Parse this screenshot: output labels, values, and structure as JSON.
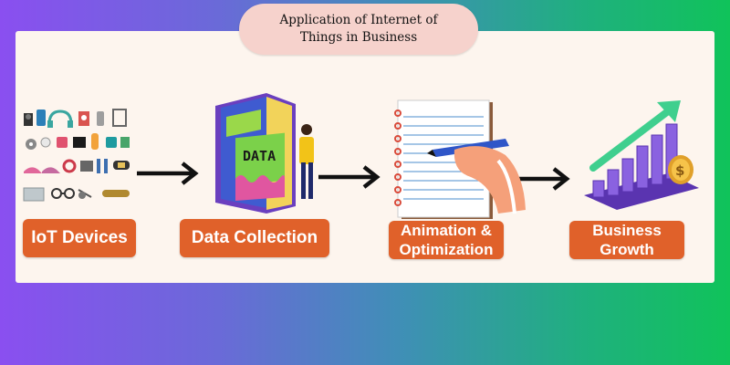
{
  "title": {
    "line1": "Application of Internet of",
    "line2": "Things in Business"
  },
  "steps": [
    {
      "lines": [
        "IoT Devices"
      ]
    },
    {
      "lines": [
        "Data Collection"
      ]
    },
    {
      "lines": [
        "Animation &",
        "Optimization"
      ]
    },
    {
      "lines": [
        "Business",
        "Growth"
      ]
    }
  ],
  "illustrations": {
    "data_book_text": "DATA",
    "coin_symbol": "$"
  },
  "colors": {
    "label_bg": "#e0612a",
    "panel_bg": "#fdf5ee",
    "title_pill": "#f6d2cc",
    "bar_purple": "#7a4fd0",
    "arrow_green": "#3fcf8e"
  }
}
